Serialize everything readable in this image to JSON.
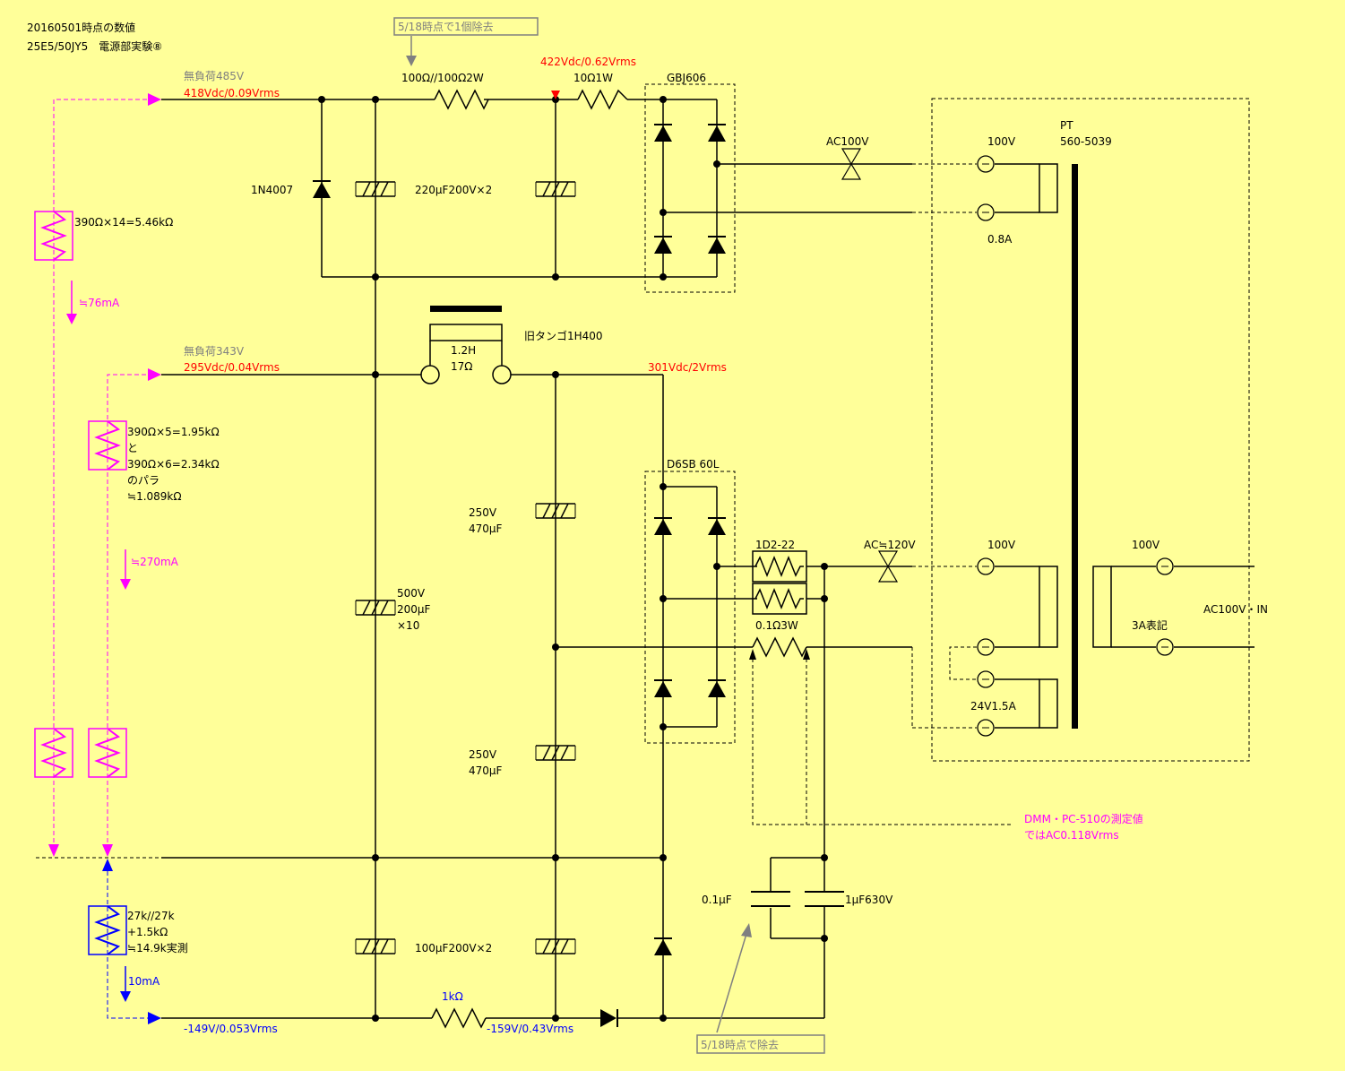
{
  "header": {
    "line1": "20160501時点の数値",
    "line2": "25E5/50JY5　電源部実験⑧"
  },
  "notes": {
    "top_removed": "5/18時点で1個除去",
    "bottom_removed": "5/18時点で除去",
    "dmm_line1": "DMM・PC-510の測定値",
    "dmm_line2": "ではAC0.118Vrms"
  },
  "rail_top": {
    "noload": "無負荷485V",
    "value": "418Vdc/0.09Vrms",
    "node2": "422Vdc/0.62Vrms",
    "r1": "100Ω//100Ω2W",
    "r2": "10Ω1W",
    "bridge": "GBJ606",
    "diode": "1N4007",
    "cap": "220μF200V×2",
    "ac": "AC100V"
  },
  "rail_mid": {
    "noload": "無負荷343V",
    "value": "295Vdc/0.04Vrms",
    "choke_name": "旧タンゴ1H400",
    "choke_l": "1.2H",
    "choke_r": "17Ω",
    "node2": "301Vdc/2Vrms",
    "bridge": "D6SB 60L",
    "cap_big_v": "500V",
    "cap_big_c": "200μF",
    "cap_big_n": "×10",
    "cap_upper_v": "250V",
    "cap_upper_c": "470μF",
    "cap_lower_v": "250V",
    "cap_lower_c": "470μF",
    "thermistor": "1D2-22",
    "shunt": "0.1Ω3W",
    "ac": "AC≒120V"
  },
  "rail_neg": {
    "value": "-149V/0.053Vrms",
    "node2": "-159V/0.43Vrms",
    "r": "1kΩ",
    "cap": "100μF200V×2",
    "c1": "0.1μF",
    "c2": "1μF630V"
  },
  "loads": {
    "top_r": "390Ω×14=5.46kΩ",
    "top_i": "≒76mA",
    "mid_r1": "390Ω×5=1.95kΩ",
    "mid_r2": "と",
    "mid_r3": "390Ω×6=2.34kΩ",
    "mid_r4": "のパラ",
    "mid_r5": "≒1.089kΩ",
    "mid_i": "≒270mA",
    "neg_r1": "27k//27k",
    "neg_r2": "+1.5kΩ",
    "neg_r3": "≒14.9k実測",
    "neg_i": "10mA"
  },
  "transformer": {
    "name": "PT",
    "model": "560-5039",
    "tap1": "100V",
    "tap1_i": "0.8A",
    "tap2": "100V",
    "tap3": "24V1.5A",
    "pri": "100V",
    "pri_i": "3A表記",
    "input": "AC100V・IN"
  },
  "colors": {
    "background": "#ffff99",
    "wire": "#000000",
    "load_pos": "#ff00ff",
    "load_neg": "#0000ff",
    "red_label": "#ff0000",
    "note_gray": "#808080"
  }
}
